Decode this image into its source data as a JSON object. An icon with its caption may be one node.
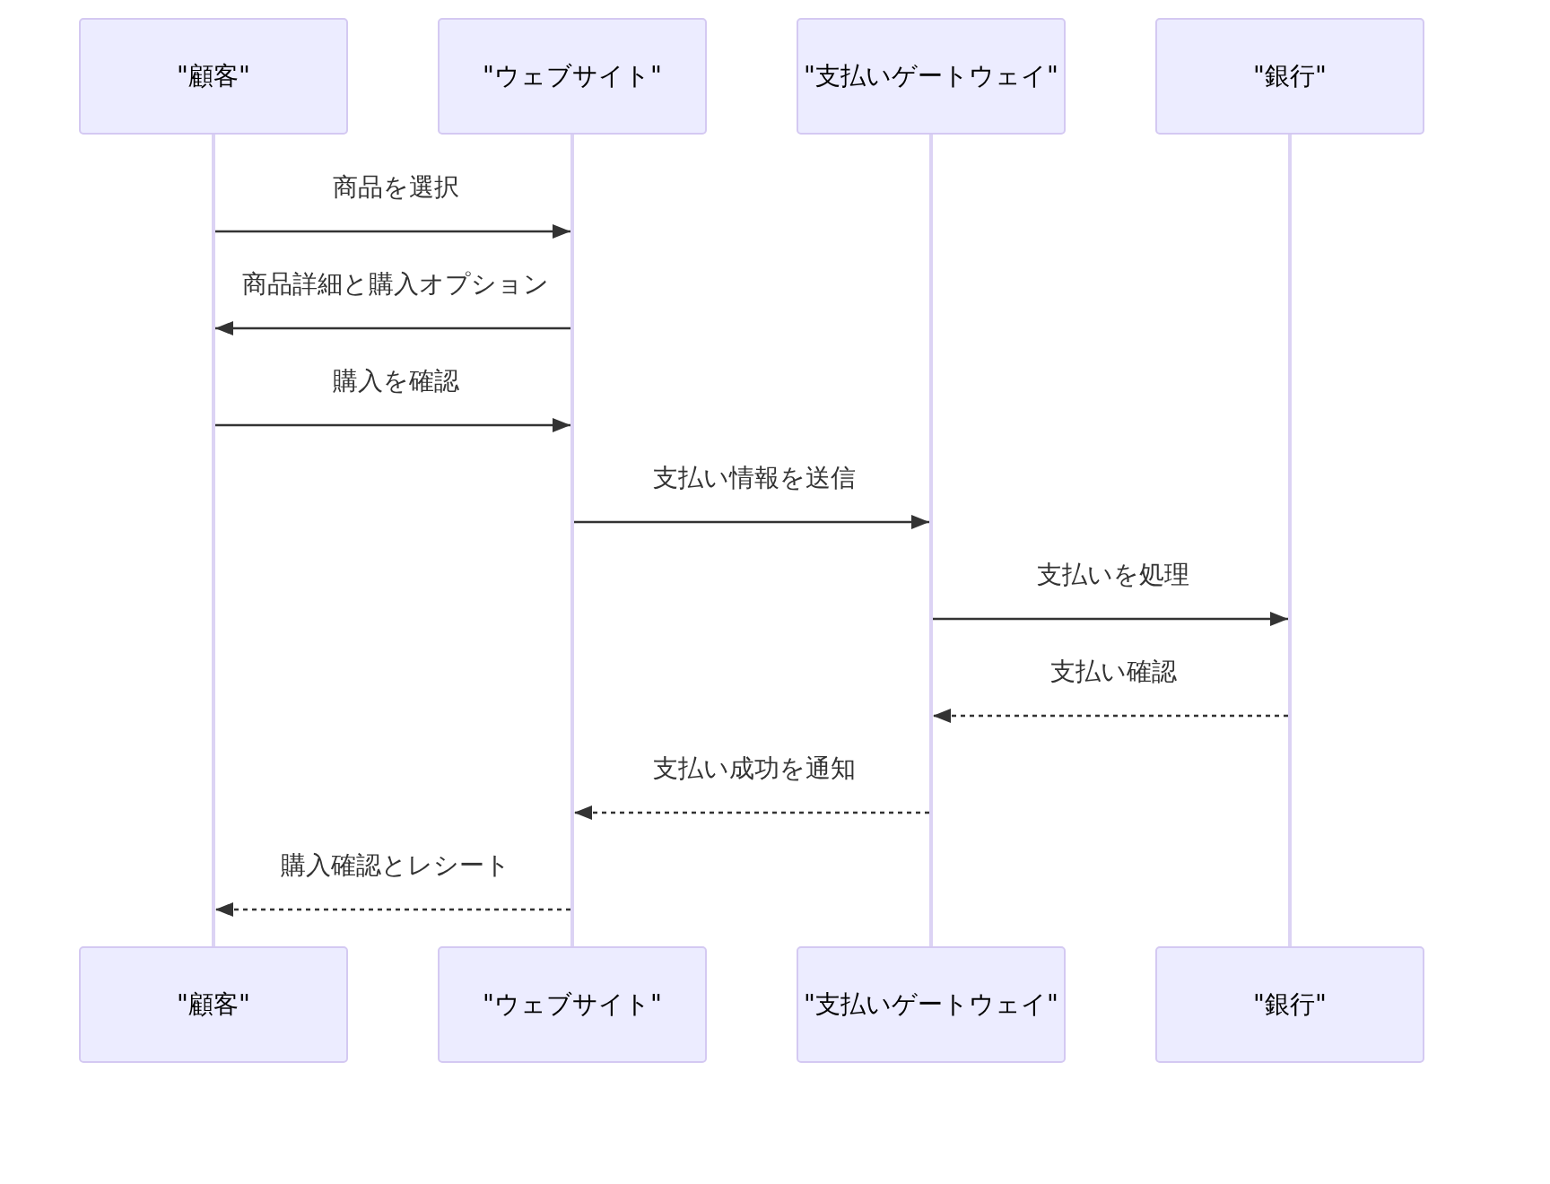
{
  "diagram": {
    "nodes": [
      {
        "text": [
          "\"顧客\""
        ]
      },
      {
        "text": [
          "\"ウェブサイト\""
        ]
      },
      {
        "text": [
          "\"支払いゲートウェイ\""
        ]
      },
      {
        "text": [
          "\"銀行\""
        ]
      },
      {
        "text": [],
        "shape": "bar"
      },
      {
        "text": [],
        "shape": "bar"
      },
      {
        "text": [],
        "shape": "bar"
      },
      {
        "text": [],
        "shape": "bar"
      },
      {
        "text": [
          "\"顧客\""
        ]
      },
      {
        "text": [
          "\"ウェブサイト\""
        ]
      },
      {
        "text": [
          "\"支払いゲートウェイ\""
        ]
      },
      {
        "text": [
          "\"銀行\""
        ]
      }
    ],
    "edges": [
      {
        "from": 4,
        "to": 5,
        "arrow": "to",
        "label": "商品を選択"
      },
      {
        "from": 5,
        "to": 4,
        "arrow": "to",
        "label": "商品詳細と購入オプション"
      },
      {
        "from": 4,
        "to": 5,
        "arrow": "to",
        "label": "購入を確認"
      },
      {
        "from": 5,
        "to": 6,
        "arrow": "to",
        "label": "支払い情報を送信"
      },
      {
        "from": 6,
        "to": 7,
        "arrow": "to",
        "label": "支払いを処理"
      },
      {
        "from": 7,
        "to": 6,
        "arrow": "to",
        "label": "支払い確認",
        "style": "dashed"
      },
      {
        "from": 6,
        "to": 5,
        "arrow": "to",
        "label": "支払い成功を通知",
        "style": "dashed"
      },
      {
        "from": 5,
        "to": 4,
        "arrow": "to",
        "label": "購入確認とレシート",
        "style": "dashed"
      }
    ]
  }
}
